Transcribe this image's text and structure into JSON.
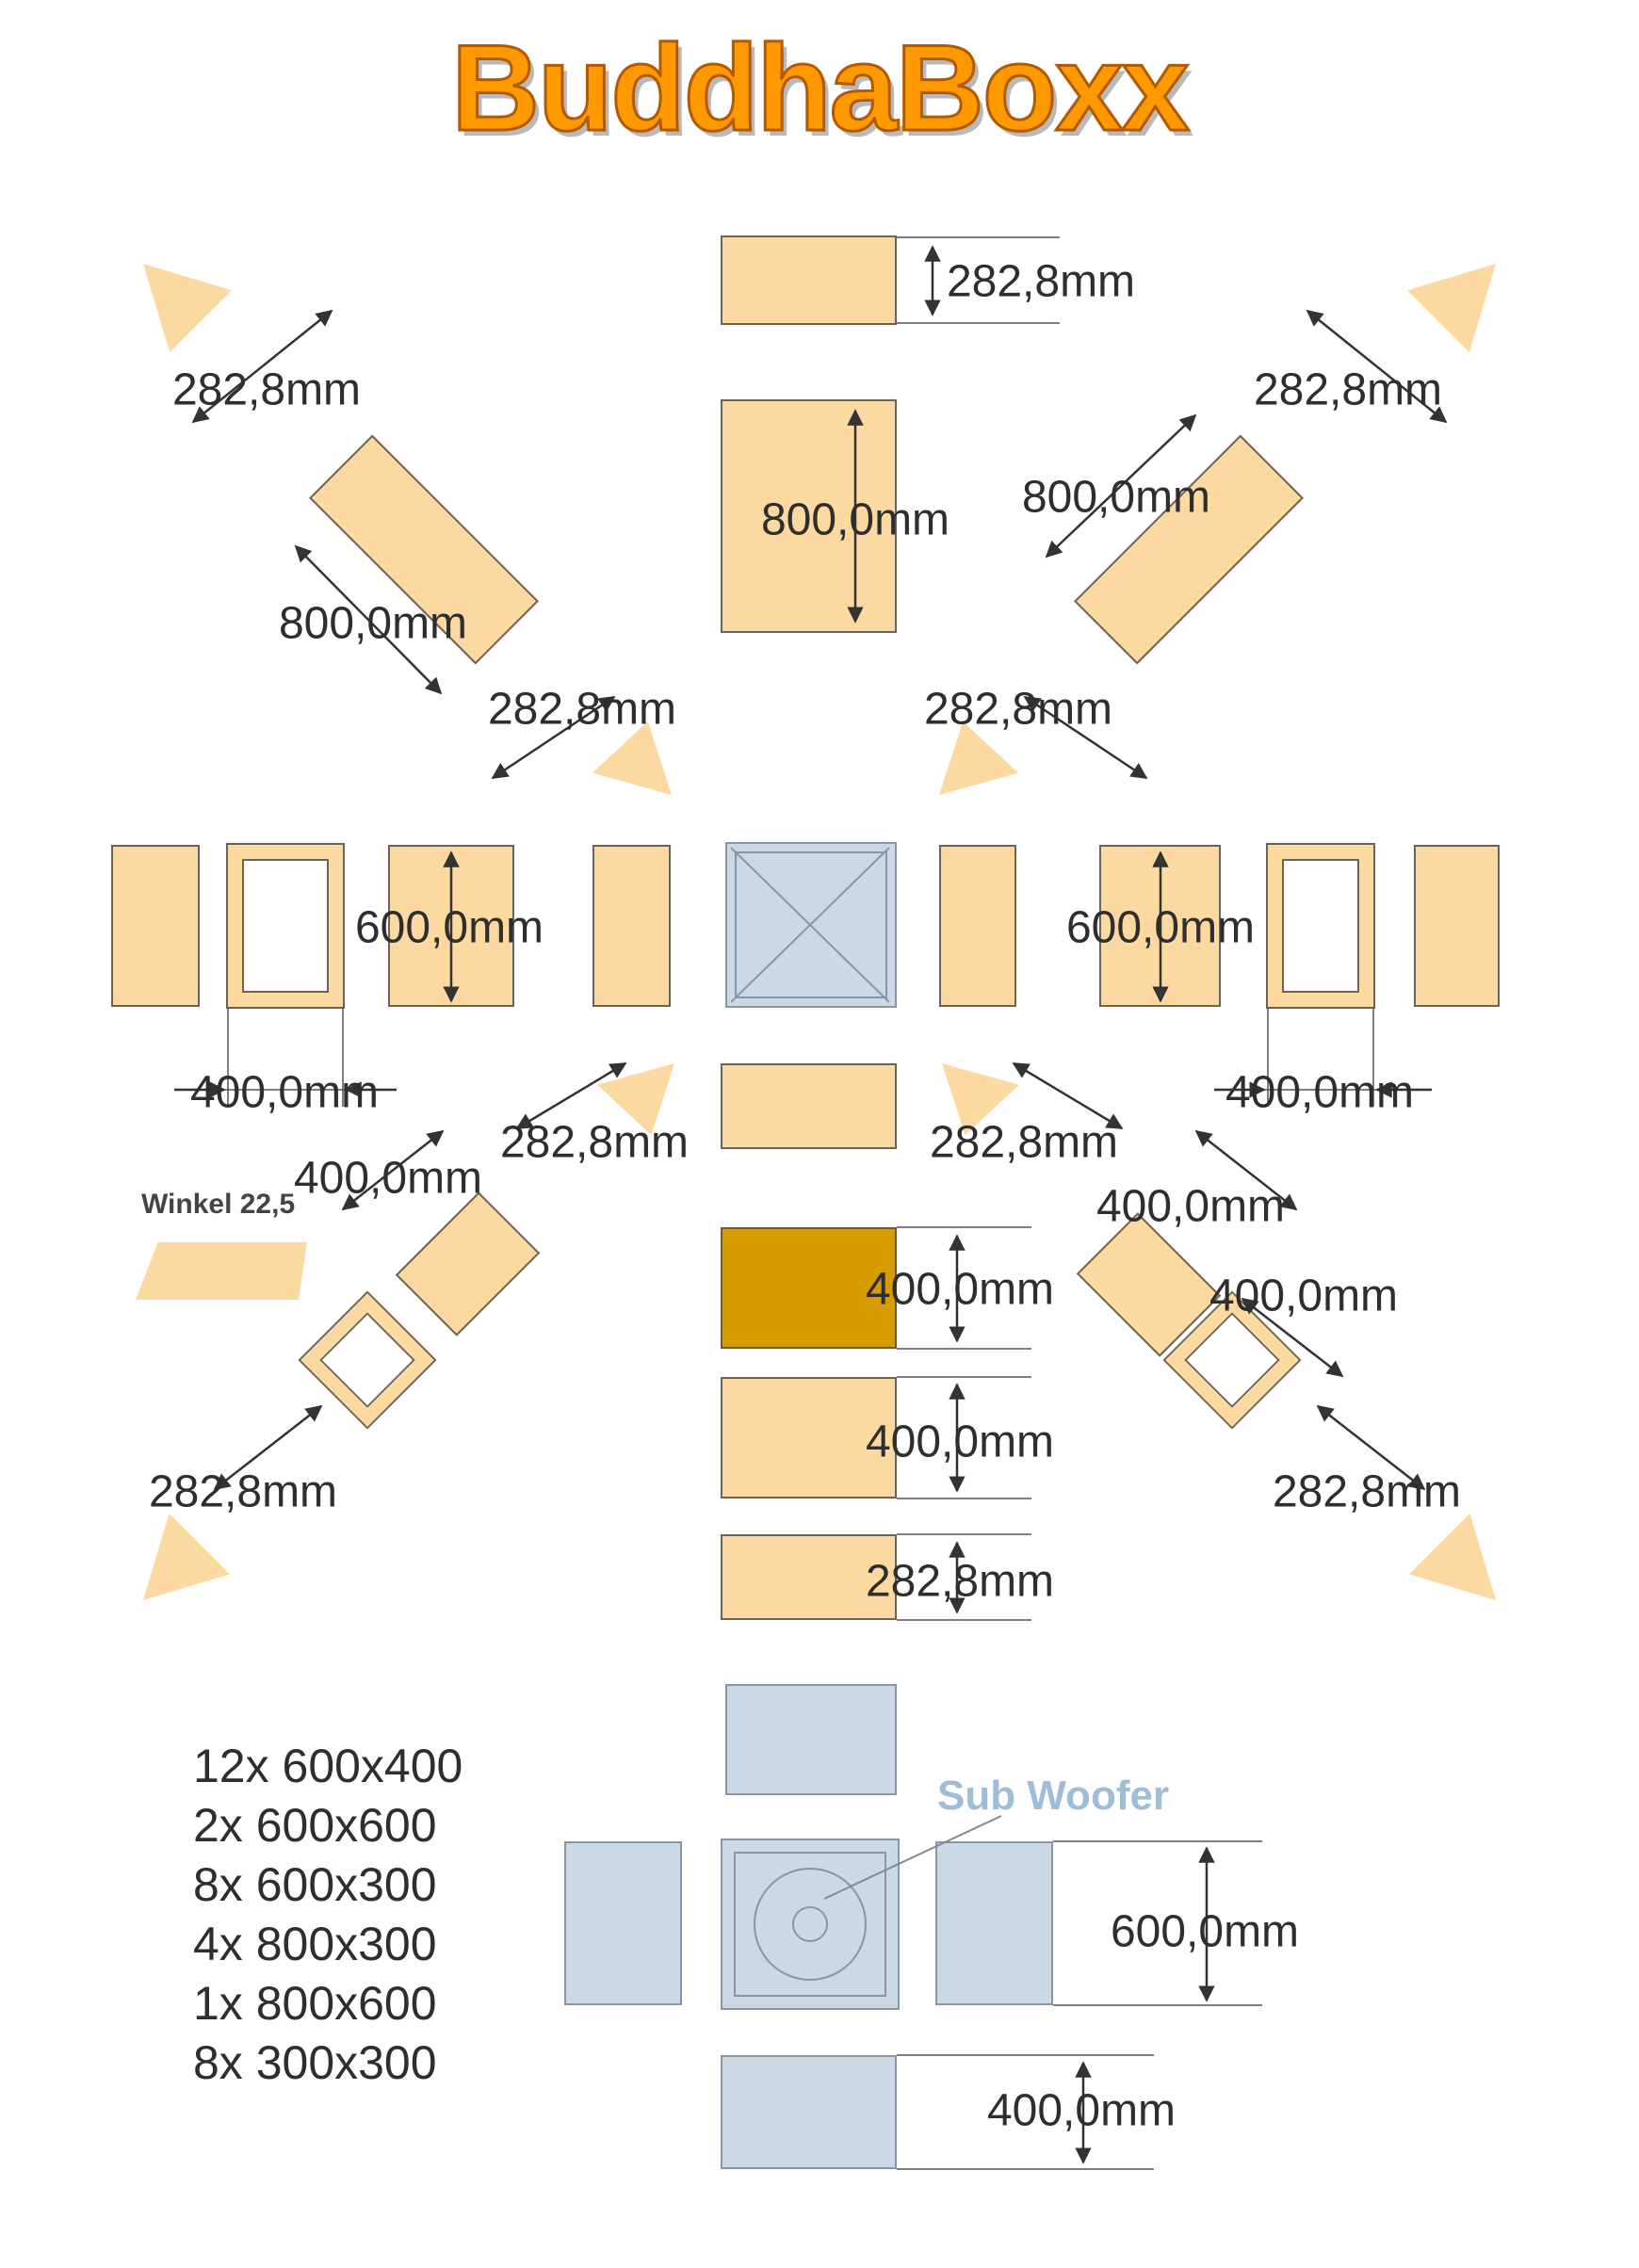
{
  "title": "BuddhaBoxx",
  "dims": {
    "d282": "282,8mm",
    "d800": "800,0mm",
    "d600": "600,0mm",
    "d400": "400,0mm"
  },
  "annotations": {
    "winkel": "Winkel 22,5",
    "subwoofer": "Sub Woofer"
  },
  "parts": {
    "items": [
      "12x 600x400",
      "2x 600x600",
      "8x 600x300",
      "4x 800x300",
      "1x 800x600",
      "8x 300x300"
    ]
  },
  "colors": {
    "panel": "#FBD9A0",
    "panel_border": "#6E6254",
    "accent": "#D99C00",
    "blue": "#CBD8E5",
    "blue_border": "#8795A5",
    "title": "#FF9900",
    "title_outline": "#B35900",
    "dim_text": "#2E2E2E",
    "subwoofer_text": "#9FBDD8"
  }
}
